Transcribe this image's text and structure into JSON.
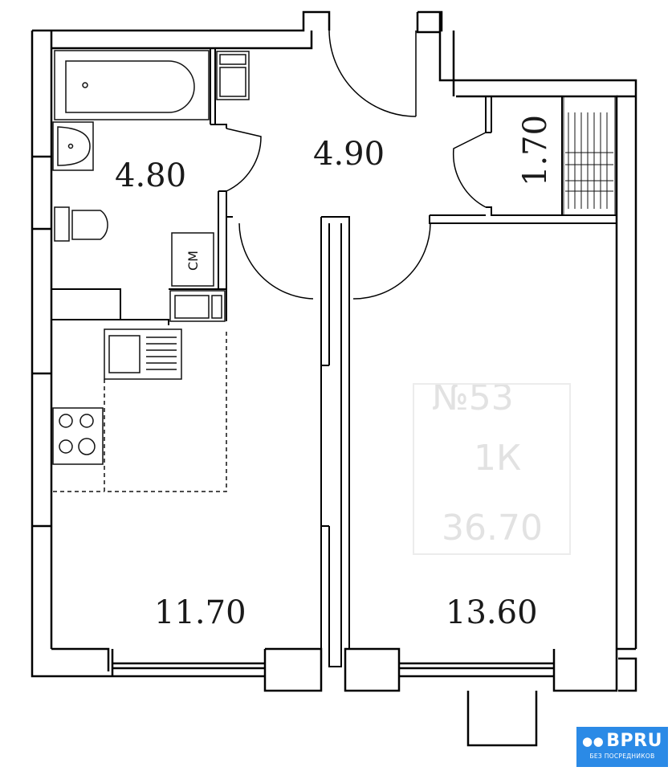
{
  "rooms": {
    "bathroom_area": "4.80",
    "hall_area": "4.90",
    "storage_area": "1.70",
    "kitchen_area": "11.70",
    "bedroom_area": "13.60"
  },
  "fixtures": {
    "washer_label": "СМ"
  },
  "watermark": {
    "apt_no": "№53",
    "rooms": "1К",
    "total": "36.70"
  },
  "badge": {
    "name": "BPRU",
    "tagline": "БЕЗ ПОСРЕДНИКОВ",
    "icon": "people-icon",
    "color": "#2b8ae6"
  }
}
